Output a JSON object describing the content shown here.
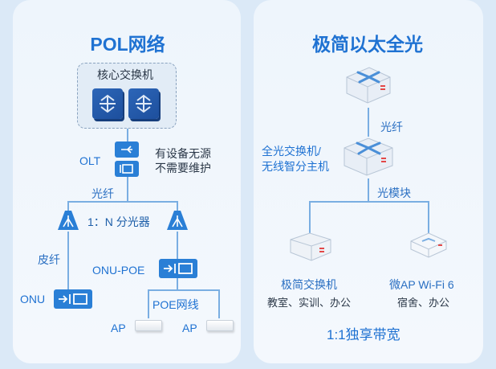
{
  "left": {
    "title": "POL网络",
    "core_label": "核心交换机",
    "olt_label": "OLT",
    "olt_note_line1": "有设备无源",
    "olt_note_line2": "不需要维护",
    "fiber_label": "光纤",
    "splitter_label": "1：N 分光器",
    "leather_fiber_label": "皮纤",
    "onu_poe_label": "ONU-POE",
    "onu_label": "ONU",
    "poe_net_label": "POE网线",
    "ap1_label": "AP",
    "ap2_label": "AP"
  },
  "right": {
    "title": "极简以太全光",
    "fiber_label": "光纤",
    "main_line1": "全光交换机/",
    "main_line2": "无线智分主机",
    "module_label": "光模块",
    "switch_label": "极简交换机",
    "switch_desc": "教室、实训、办公",
    "wifi_label": "微AP Wi-Fi 6",
    "wifi_desc": "宿舍、办公",
    "bandwidth_label": "1:1独享带宽"
  },
  "colors": {
    "title_blue": "#1f72d2",
    "label_blue": "#2a6fc2",
    "line_blue": "#7aaee2",
    "device_blue": "#2a7fd6"
  }
}
